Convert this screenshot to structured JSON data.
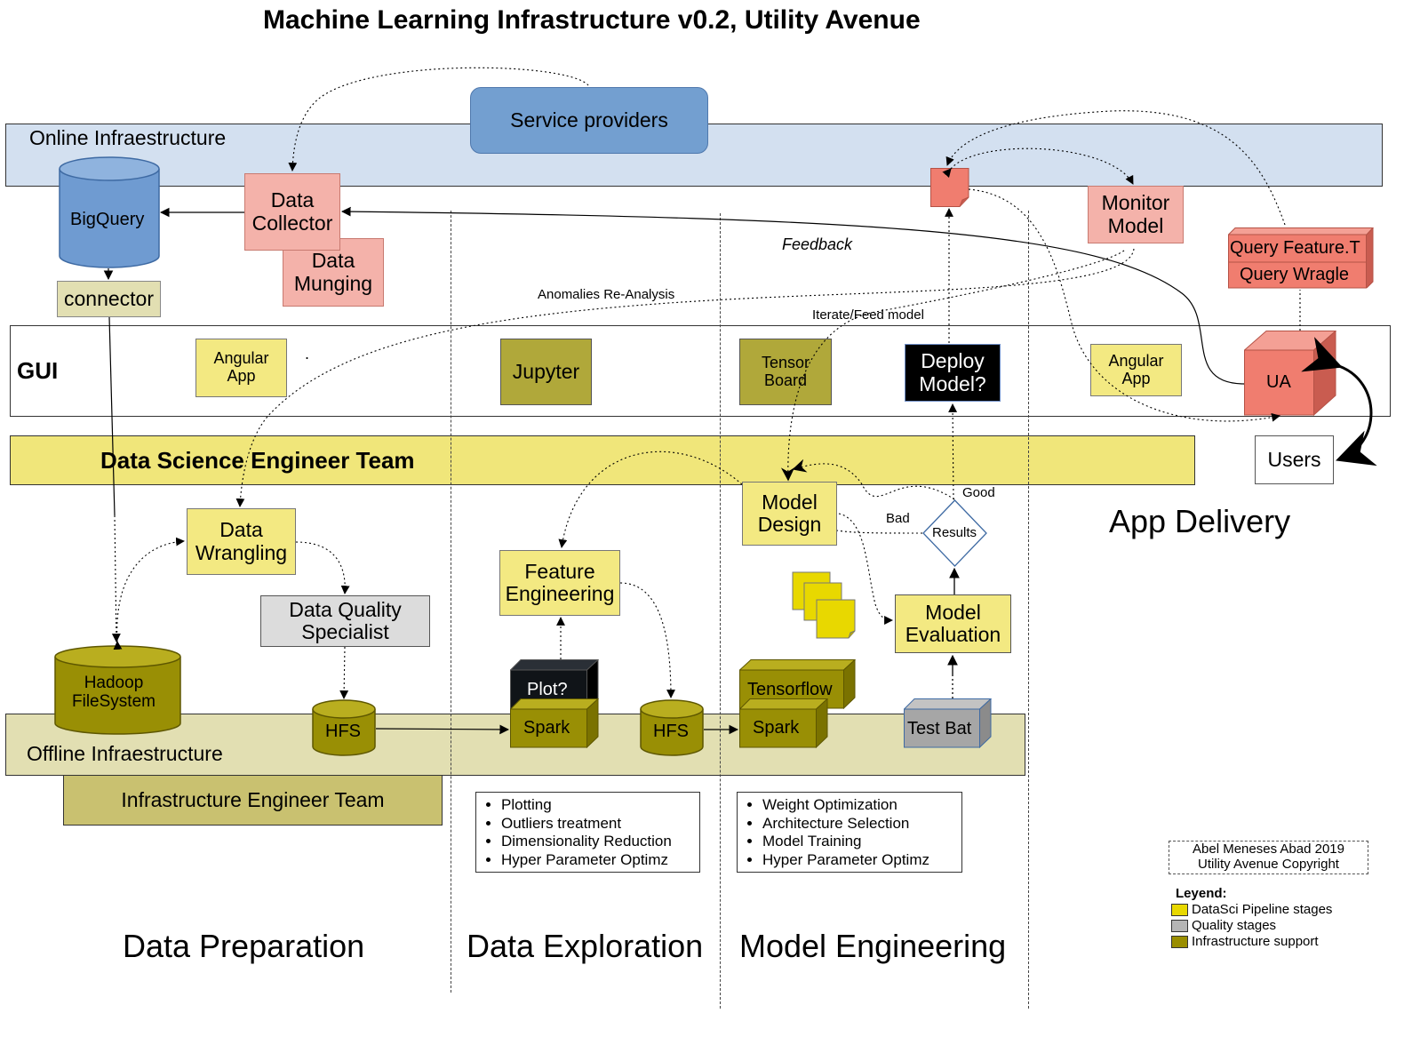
{
  "title": "Machine Learning Infrastructure v0.2, Utility Avenue",
  "bands": {
    "online": "Online Infraestructure",
    "gui": "GUI",
    "dse_team": "Data Science Engineer Team",
    "offline": "Offline Infraestructure",
    "infra_team": "Infrastructure Engineer Team"
  },
  "nodes": {
    "service_providers": "Service providers",
    "bigquery": "BigQuery",
    "data_collector": [
      "Data",
      "Collector"
    ],
    "data_munging": [
      "Data",
      "Munging"
    ],
    "connector": "connector",
    "monitor_model": [
      "Monitor",
      "Model"
    ],
    "query_feature": "Query Feature.T",
    "query_wrangle": "Query Wragle",
    "angular_app_left": [
      "Angular",
      "App"
    ],
    "jupyter": "Jupyter",
    "tensor_board": [
      "Tensor",
      "Board"
    ],
    "deploy_model": [
      "Deploy",
      "Model?"
    ],
    "angular_app_right": [
      "Angular",
      "App"
    ],
    "ua": "UA",
    "users": "Users",
    "data_wrangling": [
      "Data",
      "Wrangling"
    ],
    "data_quality": [
      "Data Quality",
      "Specialist"
    ],
    "feature_engineering": [
      "Feature",
      "Engineering"
    ],
    "model_design": [
      "Model",
      "Design"
    ],
    "results": "Results",
    "model_evaluation": [
      "Model",
      "Evaluation"
    ],
    "hadoop": [
      "Hadoop",
      "FileSystem"
    ],
    "hfs_1": "HFS",
    "plot": "Plot?",
    "spark_1": "Spark",
    "hfs_2": "HFS",
    "tensorflow": "Tensorflow",
    "spark_2": "Spark",
    "test_bat": "Test Bat"
  },
  "edge_labels": {
    "feedback": "Feedback",
    "anomalies": "Anomalies Re-Analysis",
    "iterate": "Iterate/Feed model",
    "good": "Good",
    "bad": "Bad",
    "dot": "."
  },
  "lists": {
    "exploration": [
      "Plotting",
      "Outliers treatment",
      "Dimensionality Reduction",
      "Hyper Parameter Optimz"
    ],
    "engineering": [
      "Weight Optimization",
      "Architecture Selection",
      "Model Training",
      "Hyper Parameter Optimz"
    ]
  },
  "sections": {
    "data_preparation": "Data Preparation",
    "data_exploration": "Data Exploration",
    "model_engineering": "Model Engineering",
    "app_delivery": "App Delivery"
  },
  "copyright": [
    "Abel Meneses Abad 2019",
    "Utility Avenue Copyright"
  ],
  "legend": {
    "title": "Leyend:",
    "items": [
      {
        "label": "DataSci Pipeline stages",
        "color": "#e8d800"
      },
      {
        "label": "Quality stages",
        "color": "#b5b5b5"
      },
      {
        "label": "Infrastructure support",
        "color": "#9a8e00"
      }
    ]
  },
  "colors": {
    "online_band": "#d3e0f0",
    "gui_band": "#ffffff",
    "dse_band": "#f0e67a",
    "offline_band": "#e2dfb2",
    "infra_team": "#c9c170",
    "service": "#739fd0",
    "bigquery": "#6f9bd1",
    "salmon": "#f4b2aa",
    "coral": "#f07d6f",
    "yellow_stage": "#f3e982",
    "olive": "#b0a83a",
    "olive_dark": "#998f05",
    "grey": "#dcdcdc",
    "black": "#000000"
  }
}
